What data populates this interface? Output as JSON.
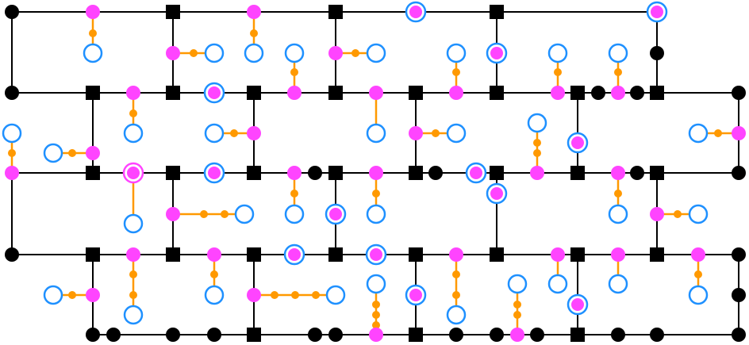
{
  "colors": {
    "background": "#ffffff",
    "wire": "#000000",
    "junction": "#000000",
    "terminal": "#ff44ff",
    "connector": "#ff9900",
    "port_ring": "#1e90ff"
  },
  "legend": {
    "black-square": "square-junction",
    "black-dot": "round-junction",
    "magenta-dot": "terminal",
    "orange-line": "connector-link",
    "blue-ring": "port"
  }
}
